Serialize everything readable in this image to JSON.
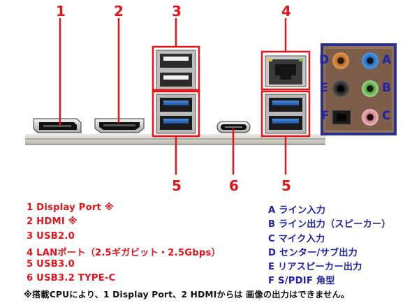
{
  "callouts": {
    "n1": "1",
    "n2": "2",
    "n3": "3",
    "n4": "4",
    "n5a": "5",
    "n6": "6",
    "n5b": "5"
  },
  "audio_letters": {
    "d": "D",
    "a": "A",
    "e": "E",
    "b": "B",
    "f": "F",
    "c": "C"
  },
  "legend_left": [
    "1 Display Port ※",
    "2 HDMI ※",
    "3 USB2.0",
    "4 LANポート（2.5ギガビット・2.5Gbps）",
    "5 USB3.0",
    "6 USB3.2 TYPE-C"
  ],
  "legend_right": [
    "A ライン入力",
    "B ライン出力（スピーカー）",
    "C マイク入力",
    "D センター/サブ出力",
    "E リアスピーカー出力",
    "F S/PDIF 角型"
  ],
  "footnote": "※搭載CPUにより、1 Display Port、2 HDMIからは 画像の出力はできません。",
  "colors": {
    "callout_red": "#e4141b",
    "legend_blue": "#1f24a8",
    "usb3_blue": "#2d6fd0",
    "audio_orange": "#e38a3a",
    "audio_blue": "#2a7fd0",
    "audio_green": "#7ec26a",
    "audio_pink": "#e7a2a9"
  }
}
